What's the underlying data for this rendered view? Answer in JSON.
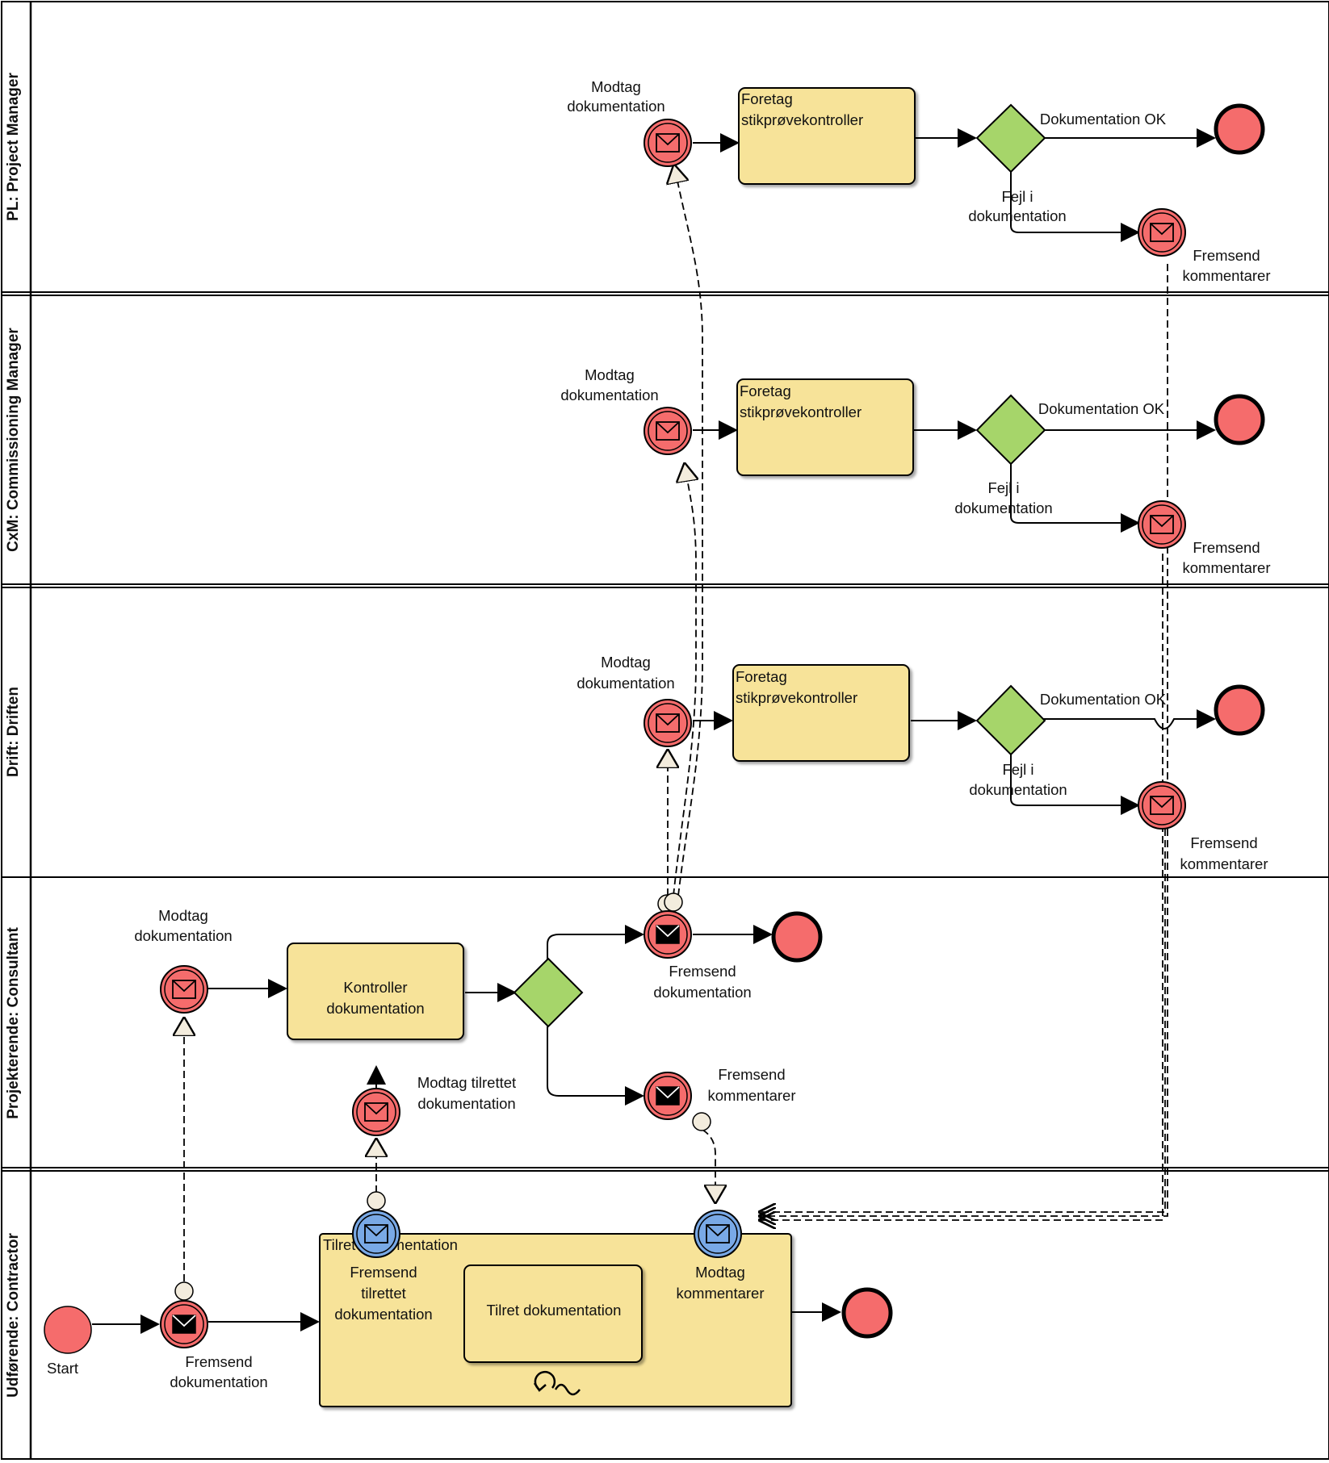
{
  "lanes": [
    {
      "label": "PL: Project Manager"
    },
    {
      "label": "CxM: Commissioning Manager"
    },
    {
      "label": "Drift: Driften"
    },
    {
      "label": "Projekterende: Consultant"
    },
    {
      "label": "Udførende: Contractor"
    }
  ],
  "pl": {
    "receive": [
      "Modtag",
      "dokumentation"
    ],
    "task": [
      "Foretag",
      "stikprøvekontroller"
    ],
    "ok": "Dokumentation OK",
    "error": [
      "Fejl i",
      "dokumentation"
    ],
    "send": [
      "Fremsend",
      "kommentarer"
    ]
  },
  "cxm": {
    "receive": [
      "Modtag",
      "dokumentation"
    ],
    "task": [
      "Foretag",
      "stikprøvekontroller"
    ],
    "ok": "Dokumentation OK",
    "error": [
      "Fejl i",
      "dokumentation"
    ],
    "send": [
      "Fremsend",
      "kommentarer"
    ]
  },
  "drift": {
    "receive": [
      "Modtag",
      "dokumentation"
    ],
    "task": [
      "Foretag",
      "stikprøvekontroller"
    ],
    "ok": "Dokumentation OK",
    "error": [
      "Fejl i",
      "dokumentation"
    ],
    "send": [
      "Fremsend",
      "kommentarer"
    ]
  },
  "consultant": {
    "receive": [
      "Modtag",
      "dokumentation"
    ],
    "task": [
      "Kontroller",
      "dokumentation"
    ],
    "send_doc": [
      "Fremsend",
      "dokumentation"
    ],
    "send_comments": [
      "Fremsend",
      "kommentarer"
    ],
    "receive_adjusted": [
      "Modtag tilrettet",
      "dokumentation"
    ]
  },
  "contractor": {
    "start": "Start",
    "send_doc": [
      "Fremsend",
      "dokumentation"
    ],
    "subprocess_title": "Tilret dokumentation",
    "send_adjusted": [
      "Fremsend",
      "tilrettet",
      "dokumentation"
    ],
    "inner_task": "Tilret dokumentation",
    "receive_comments": [
      "Modtag",
      "kommentarer"
    ]
  },
  "colors": {
    "event_red": "#f56c6c",
    "event_blue": "#79a9e6",
    "task_yellow": "#f7e399",
    "gateway_green": "#a6d56a",
    "lane_border": "#000000"
  }
}
